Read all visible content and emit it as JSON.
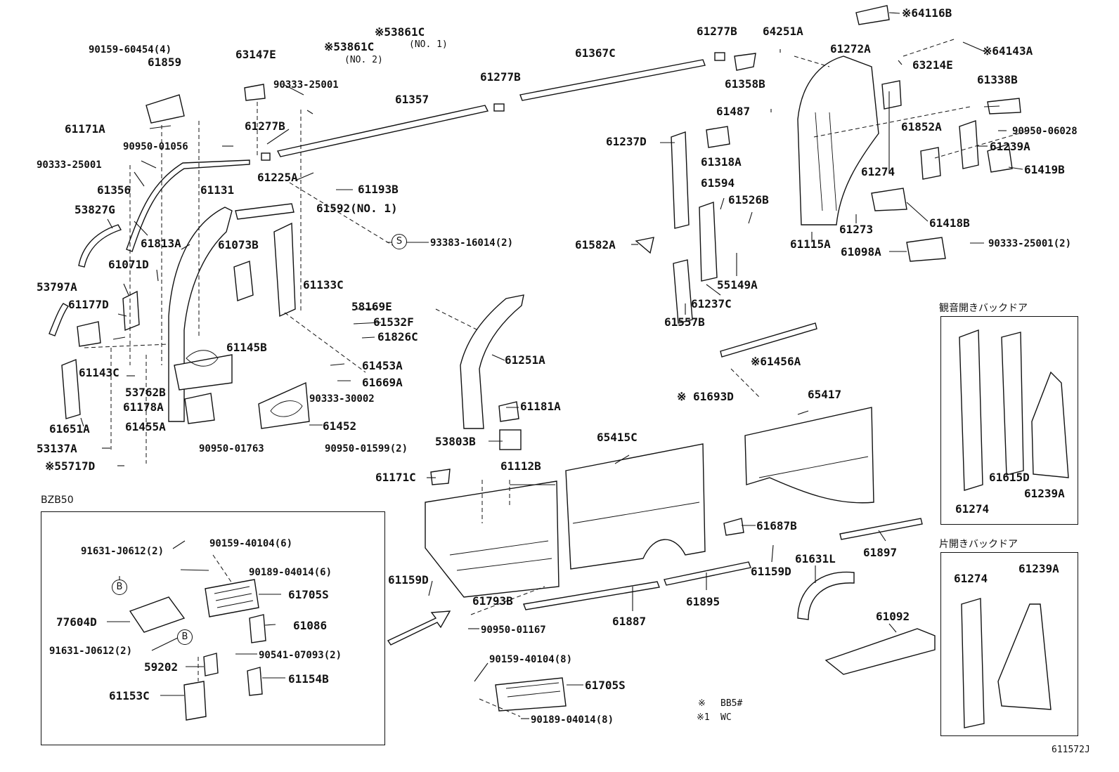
{
  "diagram_code": "611572J",
  "legend": [
    {
      "mark": "※",
      "text": "BB5#"
    },
    {
      "mark": "※1",
      "text": "WC"
    }
  ],
  "frames": {
    "bzb50": "BZB50",
    "double_door": "観音開きバックドア",
    "single_door": "片開きバックドア"
  },
  "callouts": {
    "b": "B",
    "s": "S"
  },
  "labels": {
    "p90159_60454": "90159-60454(4)",
    "p61859": "61859",
    "p61171a": "61171A",
    "p90950_01056": "90950-01056",
    "p90333_25001_l": "90333-25001",
    "p61356": "61356",
    "p53827g": "53827G",
    "p61813a": "61813A",
    "p61071d": "61071D",
    "p53797a": "53797A",
    "p61177d": "61177D",
    "p61143c": "61143C",
    "p61651a": "61651A",
    "p53137a": "53137A",
    "p55717d": "※55717D",
    "p63147e": "63147E",
    "p90333_25001_m": "90333-25001",
    "p61277b_l": "61277B",
    "p61131": "61131",
    "p61225a": "61225A",
    "p61073b": "61073B",
    "p61145b": "61145B",
    "p53762b": "53762B",
    "p61178a": "61178A",
    "p61455a": "61455A",
    "p90950_01763": "90950-01763",
    "p53861c_1": "※53861C",
    "p53861c_1n": "(NO. 1)",
    "p53861c_2": "※53861C",
    "p53861c_2n": "(NO. 2)",
    "p61357": "61357",
    "p61277b_m": "61277B",
    "p61367c": "61367C",
    "p61193b": "61193B",
    "p61592": "61592(NO. 1)",
    "p93383": "93383-16014(2)",
    "p61133c": "61133C",
    "p58169e": "58169E",
    "p61532f": "61532F",
    "p61826c": "61826C",
    "p61453a": "61453A",
    "p61669a": "61669A",
    "p90333_30002": "90333-30002",
    "p61452": "61452",
    "p90950_01599": "90950-01599(2)",
    "p61251a": "61251A",
    "p61181a": "61181A",
    "p53803b": "53803B",
    "p61277b_r": "61277B",
    "p64251a": "64251A",
    "p61358b": "61358B",
    "p61487": "61487",
    "p61237d": "61237D",
    "p61318a": "61318A",
    "p61594": "61594",
    "p61526b": "61526B",
    "p61582a": "61582A",
    "p55149a": "55149A",
    "p61237c": "61237C",
    "p61557b": "61557B",
    "p64116b": "※64116B",
    "p61272a": "61272A",
    "p64143a": "※64143A",
    "p63214e": "63214E",
    "p61338b": "61338B",
    "p61852a": "61852A",
    "p90950_06028": "90950-06028",
    "p61239a": "61239A",
    "p61419b": "61419B",
    "p61274": "61274",
    "p61115a": "61115A",
    "p61273": "61273",
    "p61418b": "61418B",
    "p61098a": "61098A",
    "p90333_25001_r": "90333-25001(2)",
    "p61456a": "※61456A",
    "p61693d": "※ 61693D",
    "p65417": "65417",
    "p65415c": "65415C",
    "p61112b": "61112B",
    "p61171c": "61171C",
    "p61687b": "61687B",
    "p61897": "61897",
    "p61159d_l": "61159D",
    "p61159d_r": "61159D",
    "p61793b": "61793B",
    "p61887": "61887",
    "p61895": "61895",
    "p61631l": "61631L",
    "p61092": "61092",
    "p90950_01167": "90950-01167",
    "p90159_40104_8": "90159-40104(8)",
    "p61705s_b": "61705S",
    "p90189_04014_8": "90189-04014(8)",
    "p91631_a": "91631-J0612(2)",
    "p90159_40104_6": "90159-40104(6)",
    "p90189_04014_6": "90189-04014(6)",
    "p61705s_a": "61705S",
    "p77604d": "77604D",
    "p61086": "61086",
    "p91631_b": "91631-J0612(2)",
    "p90541": "90541-07093(2)",
    "p59202": "59202",
    "p61154b": "61154B",
    "p61153c": "61153C",
    "p61615d": "61615D",
    "p61239a_d": "61239A",
    "p61274_d": "61274",
    "p61274_s": "61274",
    "p61239a_s": "61239A"
  }
}
